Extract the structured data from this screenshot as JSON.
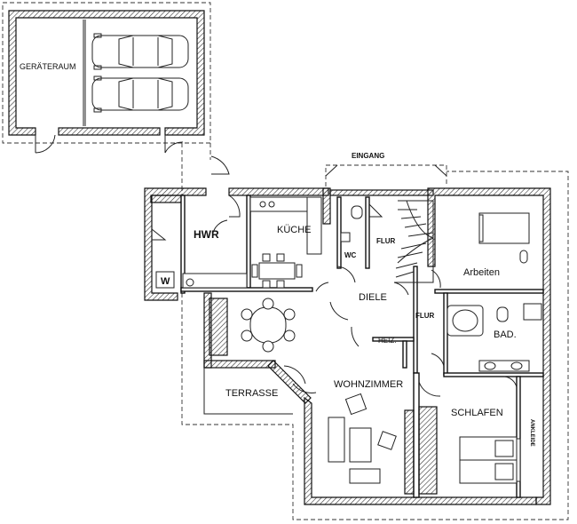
{
  "rooms": {
    "garage": "GERÄTERAUM",
    "entrance": "EINGANG",
    "utility": "HWR",
    "kitchen": "KÜCHE",
    "wc": "WC",
    "hall_upper": "FLUR",
    "office": "Arbeiten",
    "hall_main": "DIELE",
    "hall_lower": "FLUR",
    "bath": "BAD.",
    "heating": "HEIZ.",
    "terrace": "TERRASSE",
    "living": "WOHNZIMMER",
    "bedroom": "SCHLAFEN",
    "dressing": "ANKLEIDE",
    "washer_mark": "W"
  }
}
